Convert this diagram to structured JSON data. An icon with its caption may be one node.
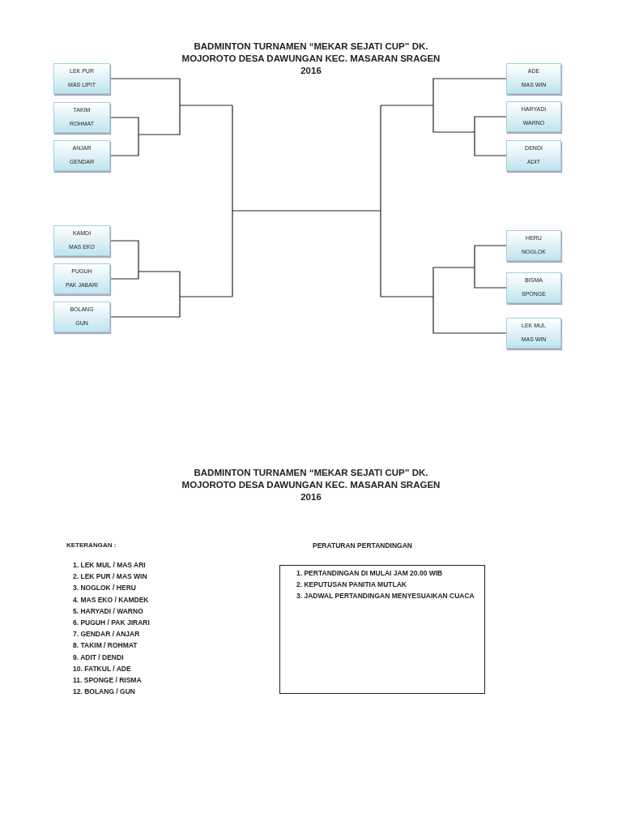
{
  "diagram": {
    "title": "BADMINTON TURNAMEN “MEKAR SEJATI CUP” DK. MOJOROTO DESA DAWUNGAN KEC. MASARAN SRAGEN 2016",
    "nodes": [
      {
        "text": [
          "LEK PUR",
          "MAS LIPIT"
        ]
      },
      {
        "text": [
          "TAKIM",
          "ROHMAT"
        ]
      },
      {
        "text": [
          "ANJAR",
          "GENDAR"
        ]
      },
      {
        "text": [
          "KAMDI",
          "MAS EKO"
        ]
      },
      {
        "text": [
          "PUGUH",
          "PAK JABARI"
        ]
      },
      {
        "text": [
          "BOLANG",
          "GUN"
        ]
      },
      {
        "text": [
          "ADE",
          "MAS WIN"
        ]
      },
      {
        "text": [
          "HARYADI",
          "WARNO"
        ]
      },
      {
        "text": [
          "DENDI",
          "ADIT"
        ]
      },
      {
        "text": [
          "HERU",
          "NOGLOK"
        ]
      },
      {
        "text": [
          "BISMA",
          "SPONGE"
        ]
      },
      {
        "text": [
          "LEK MUL",
          "MAS WIN"
        ]
      },
      {
        "text": [
          "PERATURAN PERTANDINGAN",
          "1. PERTANDINGAN DI MULAI JAM 20.00 WIB",
          "2. KEPUTUSAN PANITIA MUTLAK",
          "3. JADWAL PERTANDINGAN MENYESUAIKAN CUACA"
        ]
      }
    ],
    "edges": [
      {
        "from": 1,
        "to": 2,
        "arrow": "none"
      },
      {
        "from": 3,
        "to": 4,
        "arrow": "none"
      },
      {
        "from": 7,
        "to": 8,
        "arrow": "none"
      },
      {
        "from": 9,
        "to": 10,
        "arrow": "none"
      }
    ],
    "labels": [
      "BADMINTON TURNAMEN “MEKAR SEJATI CUP” DK. MOJOROTO DESA DAWUNGAN KEC. MASARAN SRAGEN 2016",
      "KETERANGAN :",
      "1. LEK MUL / MAS ARI",
      "2. LEK PUR / MAS WIN",
      "3. NOGLOK / HERU",
      "4. MAS EKO / KAMDEK",
      "5. HARYADI / WARNO",
      "6. PUGUH / PAK JIRARI",
      "7. GENDAR / ANJAR",
      "8. TAKIM / ROHMAT",
      "9. ADIT / DENDI",
      "10. FATKUL / ADE",
      "11. SPONGE / RISMA",
      "12. BOLANG / GUN"
    ]
  }
}
